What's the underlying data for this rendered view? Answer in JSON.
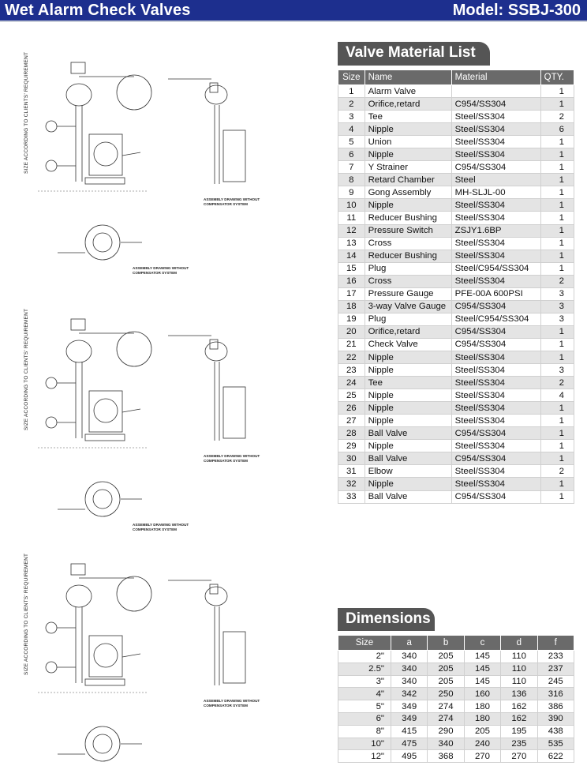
{
  "header": {
    "title": "Wet Alarm Check Valves",
    "model": "Model: SSBJ-300"
  },
  "materials": {
    "section_title": "Valve Material List",
    "columns": [
      "Size",
      "Name",
      "Material",
      "QTY."
    ],
    "rows": [
      [
        "1",
        "Alarm Valve",
        "",
        "1"
      ],
      [
        "2",
        "Orifice,retard",
        "C954/SS304",
        "1"
      ],
      [
        "3",
        "Tee",
        "Steel/SS304",
        "2"
      ],
      [
        "4",
        "Nipple",
        "Steel/SS304",
        "6"
      ],
      [
        "5",
        "Union",
        "Steel/SS304",
        "1"
      ],
      [
        "6",
        "Nipple",
        "Steel/SS304",
        "1"
      ],
      [
        "7",
        "Y Strainer",
        "C954/SS304",
        "1"
      ],
      [
        "8",
        "Retard Chamber",
        "Steel",
        "1"
      ],
      [
        "9",
        "Gong Assembly",
        "MH-SLJL-00",
        "1"
      ],
      [
        "10",
        "Nipple",
        "Steel/SS304",
        "1"
      ],
      [
        "11",
        "Reducer Bushing",
        "Steel/SS304",
        "1"
      ],
      [
        "12",
        "Pressure Switch",
        "ZSJY1.6BP",
        "1"
      ],
      [
        "13",
        "Cross",
        "Steel/SS304",
        "1"
      ],
      [
        "14",
        "Reducer Bushing",
        "Steel/SS304",
        "1"
      ],
      [
        "15",
        "Plug",
        "Steel/C954/SS304",
        "1"
      ],
      [
        "16",
        "Cross",
        "Steel/SS304",
        "2"
      ],
      [
        "17",
        "Pressure Gauge",
        "PFE-00A 600PSI",
        "3"
      ],
      [
        "18",
        "3-way Valve Gauge",
        "C954/SS304",
        "3"
      ],
      [
        "19",
        "Plug",
        "Steel/C954/SS304",
        "3"
      ],
      [
        "20",
        "Orifice,retard",
        "C954/SS304",
        "1"
      ],
      [
        "21",
        "Check Valve",
        "C954/SS304",
        "1"
      ],
      [
        "22",
        "Nipple",
        "Steel/SS304",
        "1"
      ],
      [
        "23",
        "Nipple",
        "Steel/SS304",
        "3"
      ],
      [
        "24",
        "Tee",
        "Steel/SS304",
        "2"
      ],
      [
        "25",
        "Nipple",
        "Steel/SS304",
        "4"
      ],
      [
        "26",
        "Nipple",
        "Steel/SS304",
        "1"
      ],
      [
        "27",
        "Nipple",
        "Steel/SS304",
        "1"
      ],
      [
        "28",
        "Ball Valve",
        "C954/SS304",
        "1"
      ],
      [
        "29",
        "Nipple",
        "Steel/SS304",
        "1"
      ],
      [
        "30",
        "Ball Valve",
        "C954/SS304",
        "1"
      ],
      [
        "31",
        "Elbow",
        "Steel/SS304",
        "2"
      ],
      [
        "32",
        "Nipple",
        "Steel/SS304",
        "1"
      ],
      [
        "33",
        "Ball Valve",
        "C954/SS304",
        "1"
      ]
    ]
  },
  "dimensions": {
    "section_title": "Dimensions",
    "columns": [
      "Size",
      "a",
      "b",
      "c",
      "d",
      "f"
    ],
    "rows": [
      [
        "2\"",
        "340",
        "205",
        "145",
        "110",
        "233"
      ],
      [
        "2.5\"",
        "340",
        "205",
        "145",
        "110",
        "237"
      ],
      [
        "3\"",
        "340",
        "205",
        "145",
        "110",
        "245"
      ],
      [
        "4\"",
        "342",
        "250",
        "160",
        "136",
        "316"
      ],
      [
        "5\"",
        "349",
        "274",
        "180",
        "162",
        "386"
      ],
      [
        "6\"",
        "349",
        "274",
        "180",
        "162",
        "390"
      ],
      [
        "8\"",
        "415",
        "290",
        "205",
        "195",
        "438"
      ],
      [
        "10\"",
        "475",
        "340",
        "240",
        "235",
        "535"
      ],
      [
        "12\"",
        "495",
        "368",
        "270",
        "270",
        "622"
      ]
    ]
  },
  "drawings": {
    "side_label": "SIZE ACCORDING TO CLIENTS' REQUIREMENT",
    "caption_line1": "ASSEMBLY DRAWING WITHOUT",
    "caption_line2": "COMPENSATOR SYSTEM",
    "panels": [
      "panel-1",
      "panel-2",
      "panel-3"
    ]
  }
}
